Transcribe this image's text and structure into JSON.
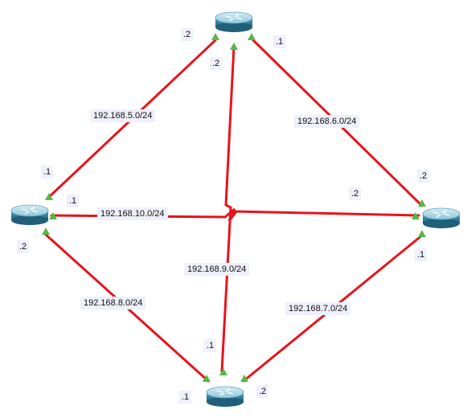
{
  "colors": {
    "link": "#e8131b",
    "port": "#55b848",
    "label_bg": "#eef0fb",
    "router_top": "#a8d8e6",
    "router_side": "#3d8fb0"
  },
  "icons": {
    "router": "router-icon",
    "port": "green-up-triangle-icon"
  },
  "routers": [
    {
      "id": "top"
    },
    {
      "id": "left"
    },
    {
      "id": "right"
    },
    {
      "id": "bottom"
    }
  ],
  "networks": {
    "top_left": "192.168.5.0/24",
    "top_right": "192.168.6.0/24",
    "left_right": "192.168.10.0/24",
    "top_bottom": "192.168.9.0/24",
    "left_bottom": "192.168.8.0/24",
    "right_bottom": "192.168.7.0/24"
  },
  "interfaces": {
    "top_to_left": ".2",
    "top_to_bottom": ".2",
    "top_to_right": ".1",
    "left_to_top": ".1",
    "left_to_right": ".1",
    "left_to_bottom": ".2",
    "right_to_top": ".2",
    "right_to_left": ".2",
    "right_to_bottom": ".1",
    "bottom_to_top": ".1",
    "bottom_to_left": ".1",
    "bottom_to_right": ".2"
  }
}
